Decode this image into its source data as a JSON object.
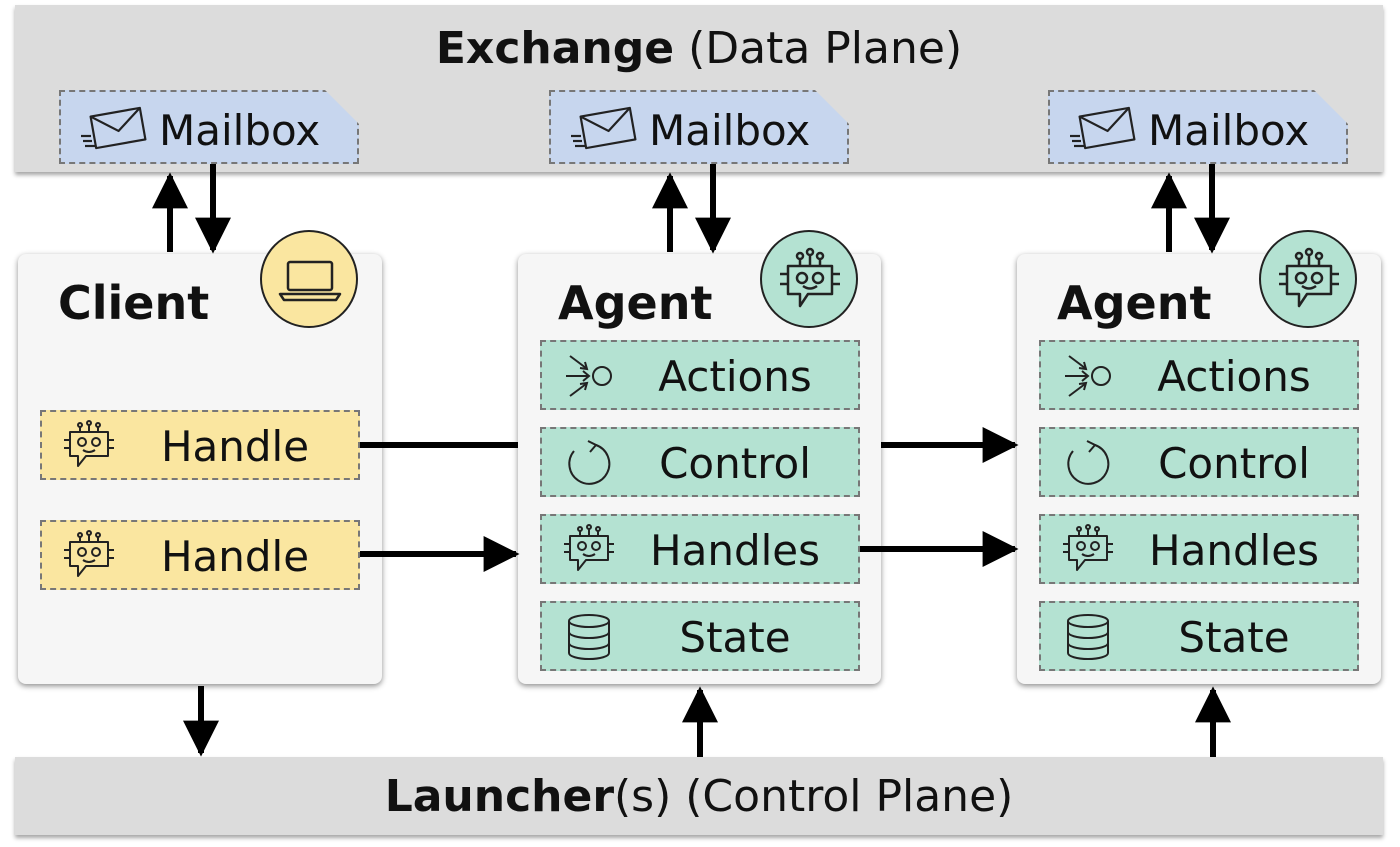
{
  "exchange": {
    "title_bold": "Exchange",
    "title_rest": " (Data Plane)"
  },
  "mailboxes": [
    {
      "label": "Mailbox",
      "icon": "mail-icon"
    },
    {
      "label": "Mailbox",
      "icon": "mail-icon"
    },
    {
      "label": "Mailbox",
      "icon": "mail-icon"
    }
  ],
  "client": {
    "title": "Client",
    "badge_icon": "laptop-icon",
    "handles": [
      {
        "label": "Handle",
        "icon": "robot-icon"
      },
      {
        "label": "Handle",
        "icon": "robot-icon"
      }
    ]
  },
  "agents": [
    {
      "title": "Agent",
      "badge_icon": "robot-icon",
      "components": [
        {
          "label": "Actions",
          "icon": "actions-icon"
        },
        {
          "label": "Control",
          "icon": "loop-icon"
        },
        {
          "label": "Handles",
          "icon": "robot-icon"
        },
        {
          "label": "State",
          "icon": "database-icon"
        }
      ]
    },
    {
      "title": "Agent",
      "badge_icon": "robot-icon",
      "components": [
        {
          "label": "Actions",
          "icon": "actions-icon"
        },
        {
          "label": "Control",
          "icon": "loop-icon"
        },
        {
          "label": "Handles",
          "icon": "robot-icon"
        },
        {
          "label": "State",
          "icon": "database-icon"
        }
      ]
    }
  ],
  "launcher": {
    "title_bold": "Launcher",
    "title_rest": "(s) (Control Plane)"
  },
  "colors": {
    "plane_gray": "#dcdcdc",
    "mailbox_blue": "#c7d6ee",
    "client_yellow": "#fae6a0",
    "agent_green": "#b4e2d2"
  }
}
